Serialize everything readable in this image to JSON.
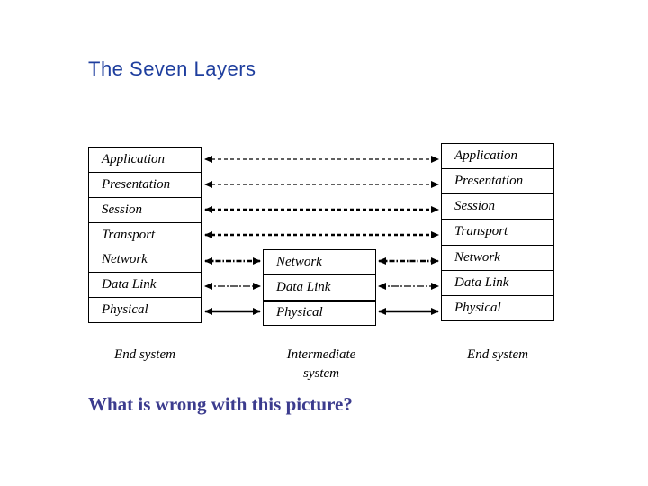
{
  "title": "The Seven Layers",
  "colors": {
    "title": "#1e3e9e",
    "question": "#3c3c8e",
    "diagram_lines": "#000000",
    "background": "#ffffff"
  },
  "diagram": {
    "left_stack": {
      "label": "End system",
      "layers": [
        "Application",
        "Presentation",
        "Session",
        "Transport",
        "Network",
        "Data Link",
        "Physical"
      ]
    },
    "middle_stack": {
      "label": "Intermediate system",
      "layers": [
        "Network",
        "Data Link",
        "Physical"
      ]
    },
    "right_stack": {
      "label": "End system",
      "layers": [
        "Application",
        "Presentation",
        "Session",
        "Transport",
        "Network",
        "Data Link",
        "Physical"
      ]
    }
  },
  "question": "What is wrong with this picture?"
}
